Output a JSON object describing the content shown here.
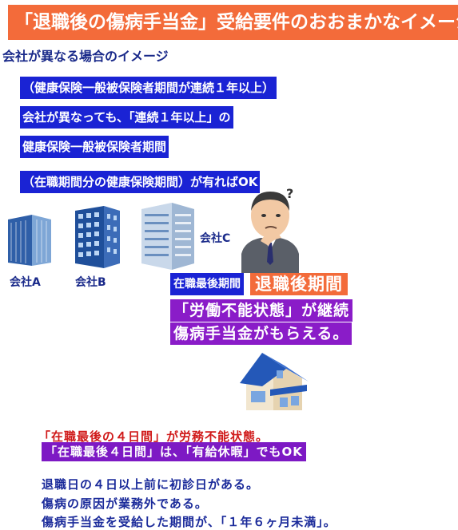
{
  "title": "「退職後の傷病手当金」受給要件のおおまかなイメージ",
  "subtitle": "会社が異なる場合のイメージ",
  "conditions": [
    "（健康保険一般被保険者期間が連続１年以上）",
    "会社が異なっても、「連続１年以上」の",
    "健康保険一般被保険者期間",
    "（在職期間分の健康保険期間）が有ればOK"
  ],
  "companies": {
    "a": "会社A",
    "b": "会社B",
    "c": "会社C"
  },
  "question_mark": "?",
  "period_tags": {
    "last_employment": "在職最後期間",
    "after_retirement": "退職後期間"
  },
  "benefit_lines": [
    "「労働不能状態」が継続",
    "傷病手当金がもらえる。"
  ],
  "red_line": "「在職最後の４日間」が労務不能状態。",
  "purple_strip": "「在職最後４日間」は、「有給休暇」でもOK",
  "requirements": [
    "退職日の４日以上前に初診日がある。",
    "傷病の原因が業務外である。",
    "傷病手当金を受給した期間が、「１年６ヶ月未満」。"
  ],
  "colors": {
    "banner": "#f36b3a",
    "blue": "#1a23d4",
    "purple": "#8a1cc8",
    "red": "#d01a1a"
  }
}
